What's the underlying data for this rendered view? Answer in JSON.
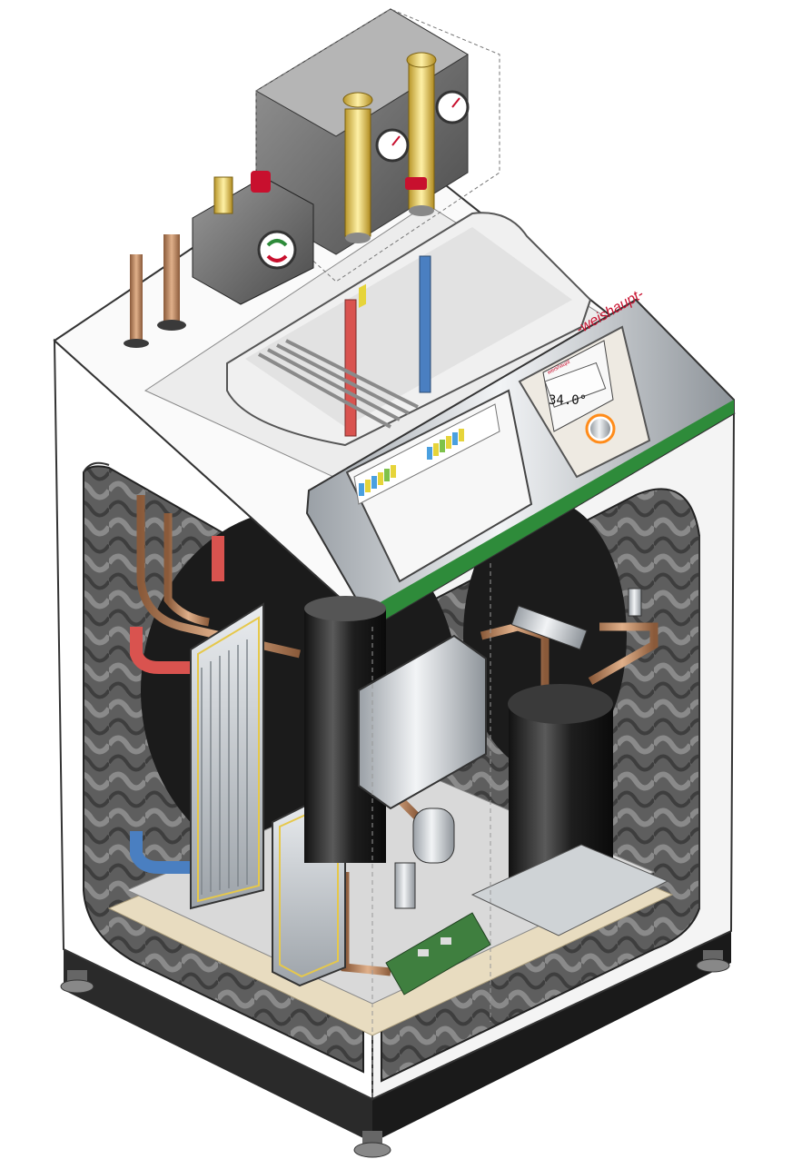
{
  "product": {
    "brand_label": "-weishaupt-",
    "display_brand": "weishaupt"
  },
  "controller": {
    "temperature": "34.0°"
  },
  "colors": {
    "brand_red": "#c8102e",
    "accent_green": "#2e8b3a",
    "copper": "#c8875a",
    "brass": "#e6c84a",
    "hot_pipe": "#d9534f",
    "cold_pipe": "#4a7fc1",
    "insulation": "#6b6b6b",
    "compressor": "#2b2b2b",
    "cabinet": "#ffffff"
  },
  "icons": [
    "pressure-gauge-icon",
    "control-knob-icon",
    "pump-motor-icon"
  ]
}
